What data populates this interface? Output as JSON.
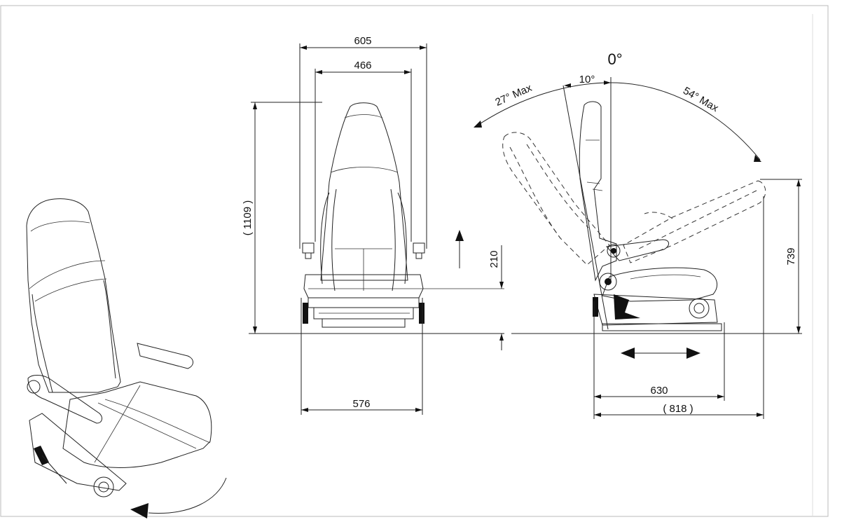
{
  "front_view": {
    "overall_width": "605",
    "backrest_width": "466",
    "height": "( 1109 )",
    "seat_adjust": "210",
    "base_width": "576"
  },
  "side_view": {
    "upright_angle": "0°",
    "forward_tilt": "10°",
    "back_recline": "27° Max",
    "forward_recline": "54° Max",
    "cushion_height": "739",
    "base_depth": "630",
    "overall_depth": "( 818 )"
  },
  "colors": {
    "line": "#222222",
    "background": "#ffffff"
  }
}
